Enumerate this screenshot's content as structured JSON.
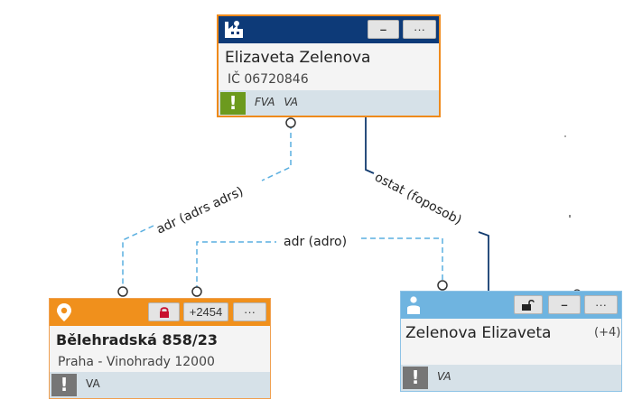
{
  "colors": {
    "company_header": "#0d3a78",
    "company_border": "#ef8a1b",
    "address_header": "#f0901c",
    "person_header": "#6fb4e0",
    "warning_green": "#6c9a1e",
    "warning_gray": "#767676",
    "lock_red": "#c8102e",
    "link_dashed": "#5aafe0",
    "link_solid": "#123b6f"
  },
  "company_card": {
    "icon": "factory-icon",
    "minimize_label": "–",
    "more_label": "···",
    "title": "Elizaveta Zelenova",
    "subtitle": "IČ 06720846",
    "warning_label": "!",
    "tags": "FVA  VA"
  },
  "address_card": {
    "icon": "location-pin-icon",
    "lock_icon": "padlock-closed-icon",
    "count_label": "+2454",
    "more_label": "···",
    "title": "Bělehradská 858/23",
    "subtitle": "Praha - Vinohrady 12000",
    "warning_label": "!",
    "tags": "VA"
  },
  "person_card": {
    "icon": "person-icon",
    "lock_icon": "padlock-open-icon",
    "minimize_label": "–",
    "more_label": "···",
    "title": "Zelenova Elizaveta",
    "extra_count": "(+4)",
    "warning_label": "!",
    "tags": "VA"
  },
  "links": {
    "company_address": "adr (adrs adrs)",
    "address_person": "adr (adro)",
    "company_person": "ostat (foposob)"
  }
}
